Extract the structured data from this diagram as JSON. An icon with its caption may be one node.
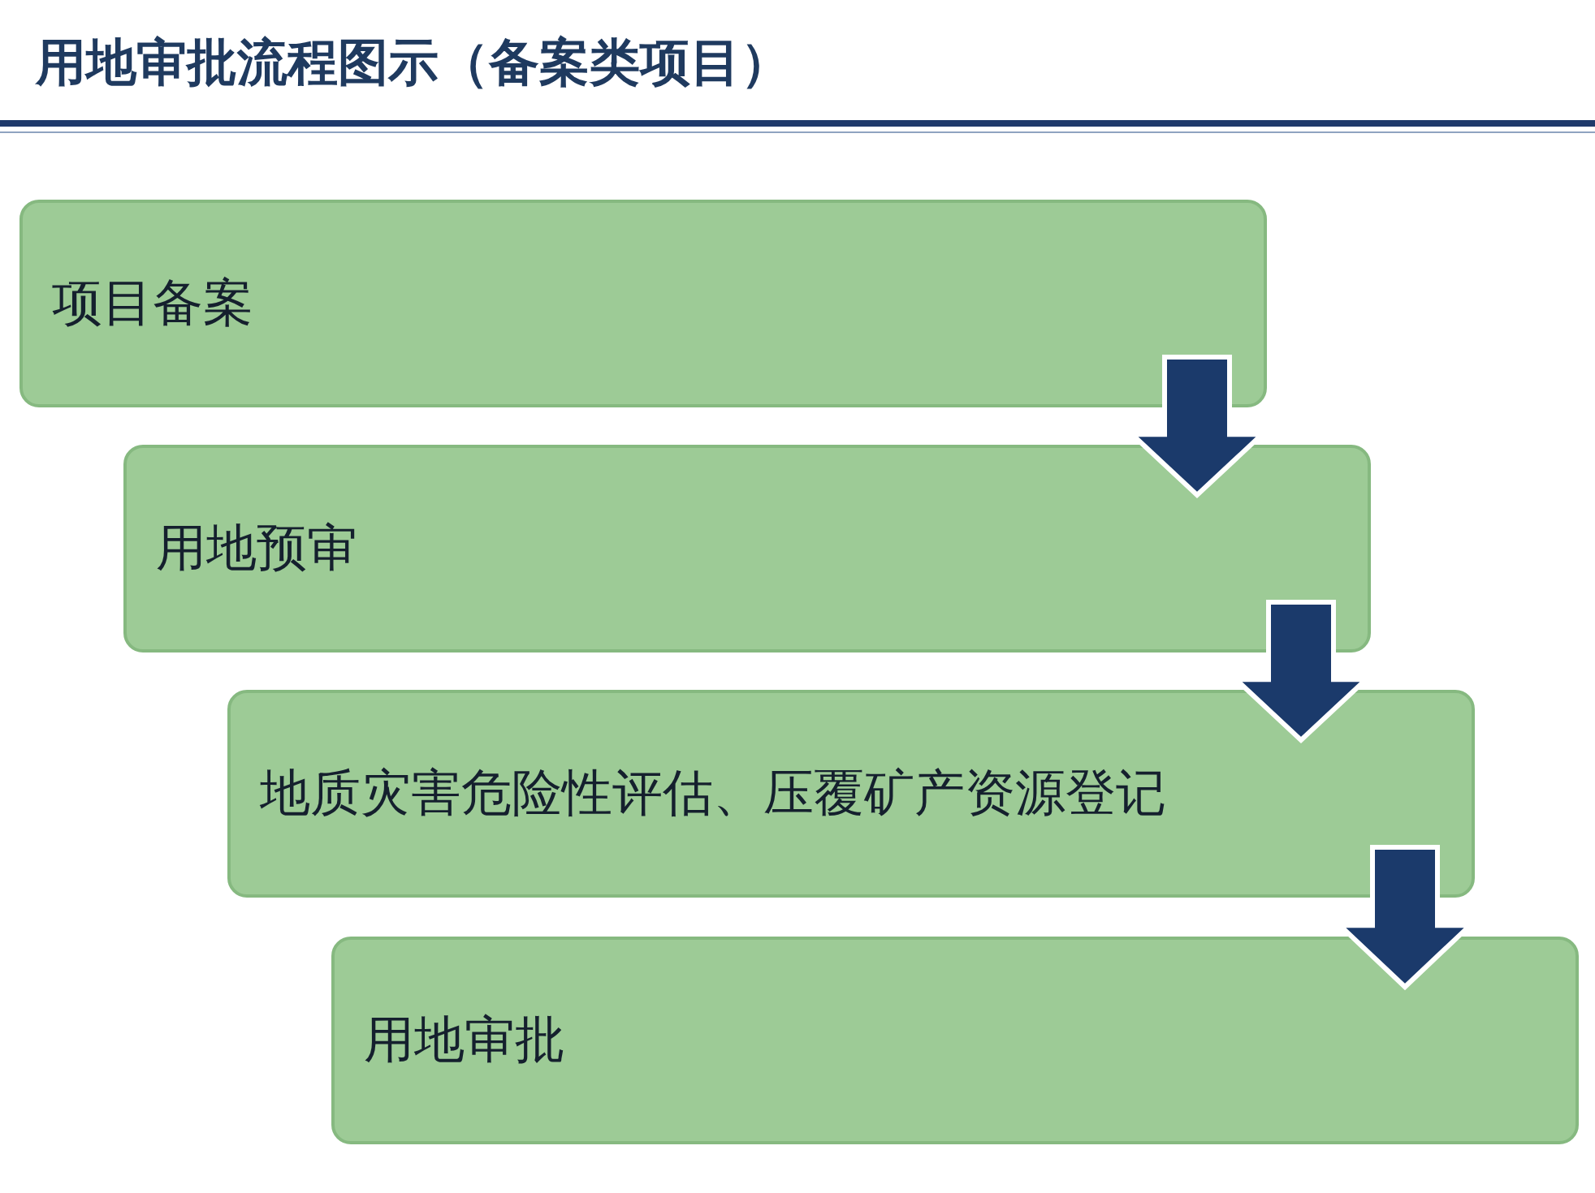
{
  "diagram": {
    "title": "用地审批流程图示（备案类项目）",
    "nodes": [
      {
        "text": [
          "项目备案"
        ]
      },
      {
        "text": [
          "用地预审"
        ]
      },
      {
        "text": [
          "地质灾害危险性评估、压覆矿产资源登记"
        ]
      },
      {
        "text": [
          "用地审批"
        ]
      }
    ],
    "edges": [
      {
        "from": 0,
        "to": 1,
        "arrow": "to"
      },
      {
        "from": 1,
        "to": 2,
        "arrow": "to"
      },
      {
        "from": 2,
        "to": 3,
        "arrow": "to"
      }
    ]
  }
}
